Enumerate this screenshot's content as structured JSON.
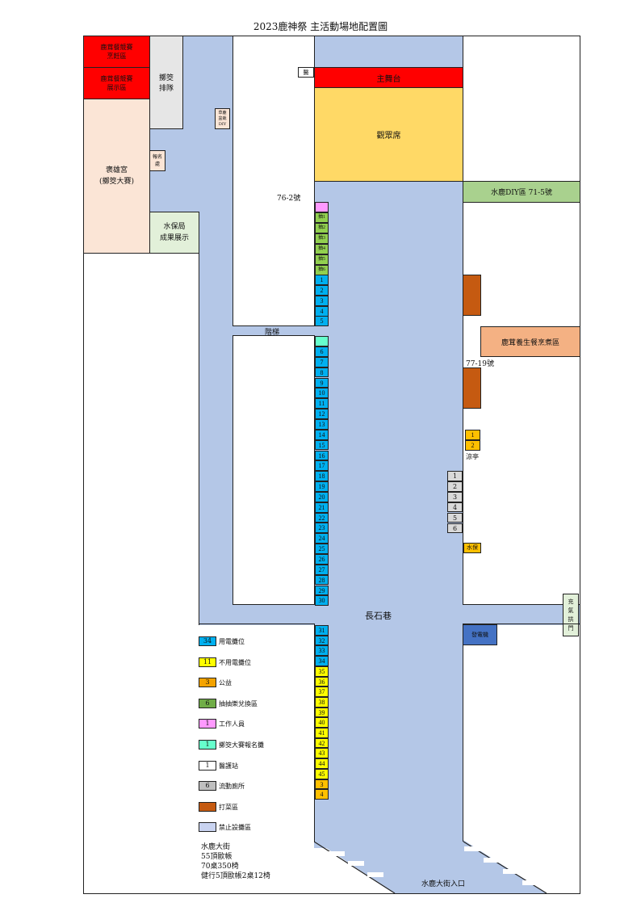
{
  "title": "2023鹿神祭 主活動場地配置圖",
  "colors": {
    "road": "#b4c7e7",
    "red": "#ff0000",
    "stage_audience": "#ffd966",
    "light_green": "#a9d18e",
    "peach": "#fbe5d6",
    "pale_green": "#e2f0d9",
    "brown": "#c55a11",
    "salmon": "#f4b183",
    "electric_stall": "#00b0f0",
    "non_electric_stall": "#ffff00",
    "public_welfare": "#ffc000",
    "lottery": "#92d050",
    "staff": "#ff99ff",
    "registration": "#66ffcc",
    "medical": "#ffffff",
    "toilet": "#d9d9d9",
    "generator": "#4472c4"
  },
  "areas": {
    "deer_cook_1": "鹿茸餐競賽\n烹飪區",
    "deer_cook_2": "鹿茸餐競賽\n展示區",
    "bei_queue": "擲筊\n排隊",
    "xiong_palace": "褒雄宮\n(擲筊大賽)",
    "register": "報名\n處",
    "water_office": "水保局\n成果展示",
    "diy_small": "草鹿\n盆栽\nDIY",
    "medical_small": "醫",
    "main_stage": "主舞台",
    "audience": "觀眾席",
    "diy_right": "水鹿DIY區 71-5號",
    "num_76_2": "76-2號",
    "stairs": "階梯",
    "health_cook": "鹿茸養生餐烹煮區",
    "num_77_19": "77-19號",
    "pavilion": "涼亭",
    "water_stall": "水保",
    "road_name": "長石巷",
    "ventilation": "充\n氣\n拱\n門",
    "generator": "發電機",
    "entrance": "水鹿大街入口"
  },
  "lottery_stalls": [
    "抽1",
    "抽2",
    "抽3",
    "抽4",
    "抽5",
    "抽6"
  ],
  "left_stalls_upper": [
    "1",
    "2",
    "3",
    "4",
    "5"
  ],
  "left_stalls_mid": [
    "6",
    "7",
    "8",
    "9",
    "10",
    "11",
    "12",
    "13",
    "14",
    "15",
    "16",
    "17",
    "18",
    "19",
    "20",
    "21",
    "22",
    "23",
    "24",
    "25",
    "26",
    "27",
    "28",
    "29",
    "30"
  ],
  "left_stalls_lower_electric": [
    "31",
    "32",
    "33",
    "34"
  ],
  "left_stalls_lower_plain": [
    "35",
    "36",
    "37",
    "38",
    "39",
    "40",
    "41",
    "42",
    "43",
    "44",
    "45"
  ],
  "left_stalls_lower_welfare": [
    "3",
    "4"
  ],
  "right_welfare_stalls": [
    "1",
    "2"
  ],
  "toilets": [
    "1",
    "2",
    "3",
    "4",
    "5",
    "6"
  ],
  "legend": [
    {
      "sample": "34",
      "label": "用電攤位",
      "color": "#00b0f0"
    },
    {
      "sample": "11",
      "label": "不用電攤位",
      "color": "#ffff00"
    },
    {
      "sample": "3",
      "label": "公益",
      "color": "#f4a300"
    },
    {
      "sample": "6",
      "label": "抽抽樂兌換區",
      "color": "#70ad47"
    },
    {
      "sample": "1",
      "label": "工作人員",
      "color": "#ff99ff"
    },
    {
      "sample": "1",
      "label": "擲筊大賽報名攤",
      "color": "#66ffcc"
    },
    {
      "sample": "1",
      "label": "醫護站",
      "color": "#ffffff"
    },
    {
      "sample": "6",
      "label": "流動廁所",
      "color": "#bfbfbf"
    },
    {
      "sample": "",
      "label": "打菜區",
      "color": "#c55a11"
    },
    {
      "sample": "",
      "label": "禁止設攤區",
      "color": "#c9d3f0"
    }
  ],
  "notes": [
    "水鹿大街",
    "55頂歐帳",
    "70桌350椅",
    "健行5頂歐帳2桌12椅"
  ]
}
